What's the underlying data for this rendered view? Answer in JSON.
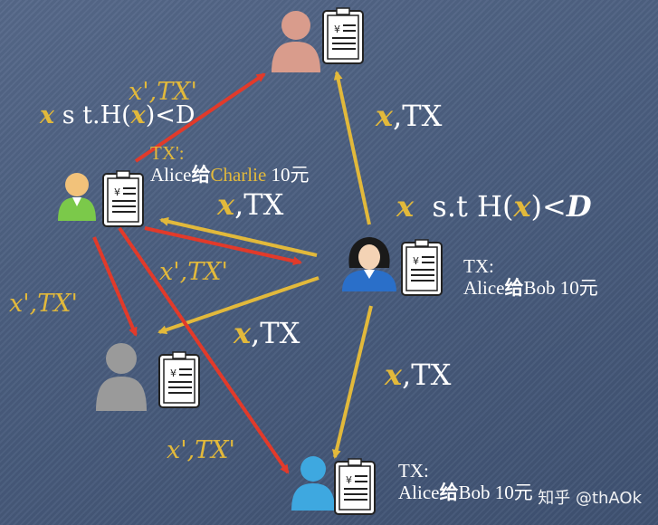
{
  "colors": {
    "background": "#4a5d7e",
    "gold": "#e2b93b",
    "red": "#e23a2a",
    "white": "#ffffff",
    "user_top": "#d99c8c",
    "user_left": "#7bc94a",
    "user_alice": "#1a1a1a",
    "user_gray": "#9a9a9a",
    "user_bottom": "#3ea8e0"
  },
  "icons": {
    "user_top": "person-salmon-icon",
    "user_left": "person-green-icon",
    "user_alice": "person-woman-icon",
    "user_gray": "person-gray-icon",
    "user_bottom": "person-blue-icon",
    "receipt": "yen-receipt-icon"
  },
  "labels": {
    "top_right_x": "x",
    "top_right_tx": ",TX",
    "top_left_xprime": "x',TX'",
    "top_left_cond_x": "x",
    "top_left_cond_mid": "s t.H(",
    "top_left_cond_x2": "x",
    "top_left_cond_end": ")<D",
    "center_x": "x",
    "center_tx": ",TX",
    "cond_x": "x",
    "cond_mid": "s.t H(",
    "cond_x2": "x",
    "cond_end": ")<",
    "cond_d": "D",
    "mid_xprime": "x',TX'",
    "left_xprime": "x',TX'",
    "lower_x": "x",
    "lower_tx": ",TX",
    "right_lower_x": "x",
    "right_lower_tx": ",TX",
    "bottom_xprime": "x',TX'"
  },
  "transactions": {
    "left": {
      "head": "TX':",
      "from": "Alice",
      "give": "给",
      "to": "Charlie",
      "amount": "10元"
    },
    "alice": {
      "head": "TX:",
      "from": "Alice",
      "give": "给",
      "to": "Bob",
      "amount": "10元"
    },
    "bottom": {
      "head": "TX:",
      "from": "Alice",
      "give": "给",
      "to": "Bob",
      "amount": "10元"
    }
  },
  "watermark": "知乎 @thAOk"
}
